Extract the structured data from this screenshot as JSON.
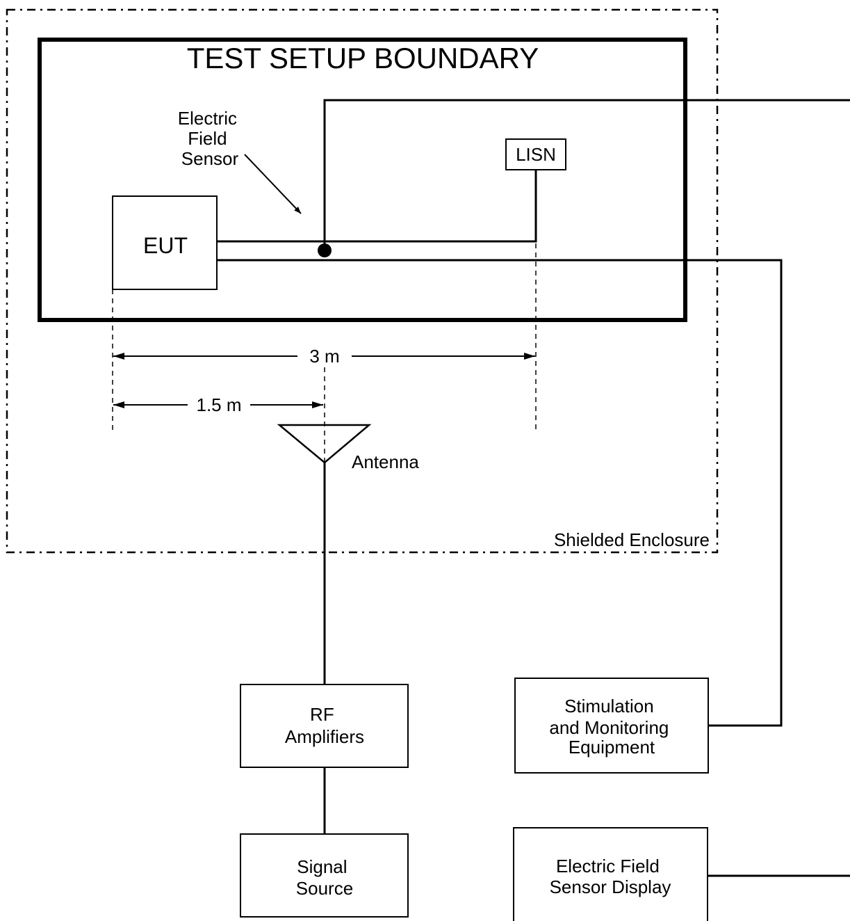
{
  "title": "TEST SETUP BOUNDARY",
  "enclosure_label": "Shielded Enclosure",
  "sensor_label": [
    "Electric",
    "Field",
    "Sensor"
  ],
  "eut_label": "EUT",
  "lisn_label": "LISN",
  "dim_3m": "3 m",
  "dim_1_5m": "1.5 m",
  "antenna_label": "Antenna",
  "rf_amplifiers": [
    "RF",
    "Amplifiers"
  ],
  "signal_source": [
    "Signal",
    "Source"
  ],
  "stim_equipment": [
    "Stimulation",
    "and Monitoring",
    "Equipment"
  ],
  "sensor_display": [
    "Electric Field",
    "Sensor Display"
  ],
  "colors": {
    "line": "#000000",
    "background": "#ffffff"
  }
}
